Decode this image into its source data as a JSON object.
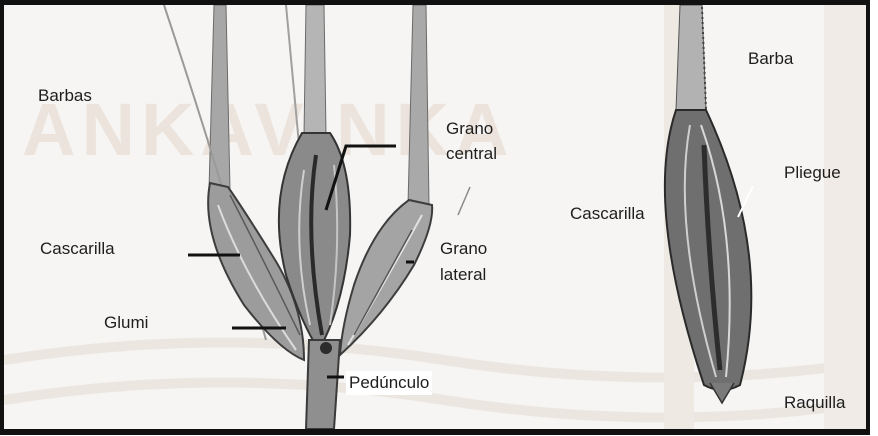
{
  "watermark": "ANKAVINKA",
  "labels": {
    "barbas": "Barbas",
    "grano_central_1": "Grano",
    "grano_central_2": "central",
    "cascarilla_left": "Cascarilla",
    "grano_lateral_1": "Grano",
    "grano_lateral_2": "lateral",
    "gluma": "Glumi",
    "pedunculo": "Pedúnculo",
    "barba": "Barba",
    "pliegue": "Pliegue",
    "cascarilla_right": "Cascarilla",
    "raquilla": "Raquilla"
  },
  "colors": {
    "frame": "#111111",
    "leader_line": "#111111",
    "plant_dark": "#3f3f3f",
    "plant_mid": "#7d7d7d",
    "plant_light": "#b9b9b9",
    "watermark": "#e9e1da"
  }
}
